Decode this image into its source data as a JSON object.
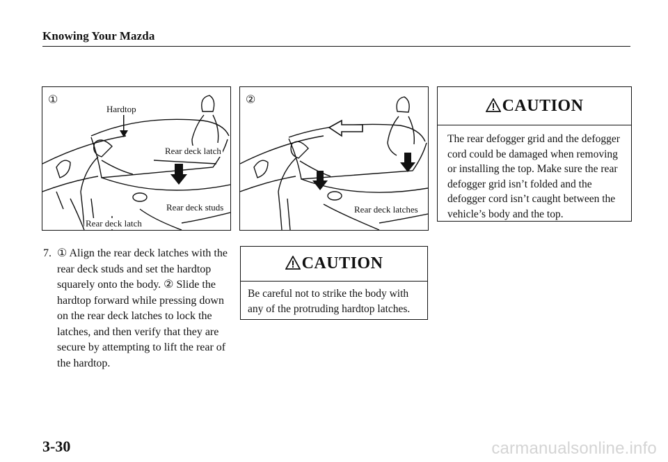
{
  "header": {
    "title": "Knowing Your Mazda"
  },
  "figures": [
    {
      "number": "①",
      "labels": {
        "hardtop": "Hardtop",
        "rear_deck_latch_top": "Rear deck latch",
        "rear_deck_studs": "Rear deck studs",
        "rear_deck_latch_bottom": "Rear deck latch"
      }
    },
    {
      "number": "②",
      "labels": {
        "rear_deck_latches": "Rear deck latches"
      }
    }
  ],
  "step": {
    "number": "7.",
    "text": "① Align the rear deck latches with the rear deck studs and set the hardtop squarely onto the body. ② Slide the hardtop forward while pressing down on the rear deck latches to lock the latches, and then verify that they are secure by attempting to lift the rear of the hardtop."
  },
  "cautions": [
    {
      "title": "CAUTION",
      "text": "Be careful not to strike the body with any of the protruding hardtop latches."
    },
    {
      "title": "CAUTION",
      "text": "The rear defogger grid and the defogger cord could be damaged when removing or installing the top. Make sure the rear defogger grid isn’t folded and the defogger cord isn’t caught between the vehicle’s body and the top."
    }
  ],
  "page_number": "3-30",
  "watermark": "carmanualsonline.info"
}
